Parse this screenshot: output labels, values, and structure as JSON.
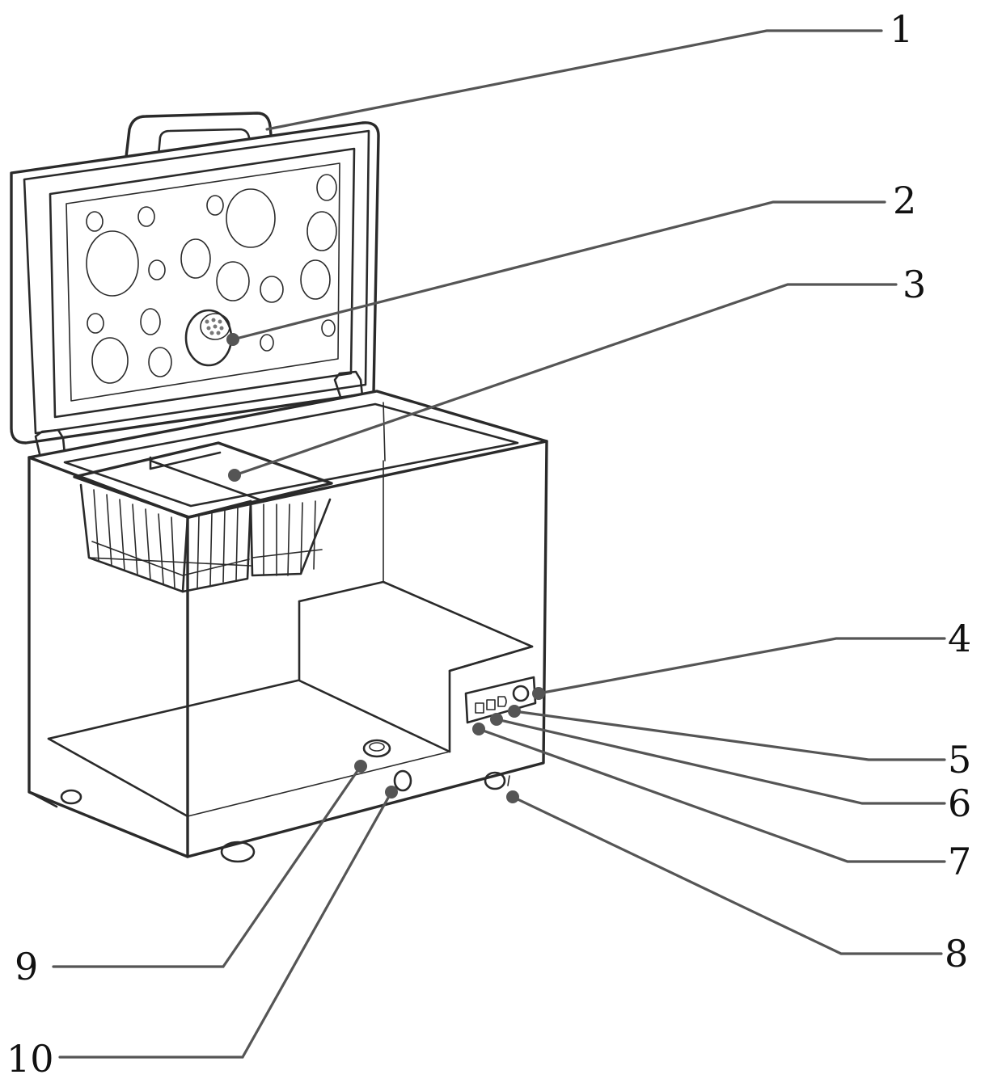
{
  "callouts": [
    {
      "id": "1",
      "label": "1"
    },
    {
      "id": "2",
      "label": "2"
    },
    {
      "id": "3",
      "label": "3"
    },
    {
      "id": "4",
      "label": "4"
    },
    {
      "id": "5",
      "label": "5"
    },
    {
      "id": "6",
      "label": "6"
    },
    {
      "id": "7",
      "label": "7"
    },
    {
      "id": "8",
      "label": "8"
    },
    {
      "id": "9",
      "label": "9"
    },
    {
      "id": "10",
      "label": "10"
    }
  ],
  "colors": {
    "ink": "#2a2a2a",
    "leader": "#555555",
    "background": "#ffffff"
  }
}
